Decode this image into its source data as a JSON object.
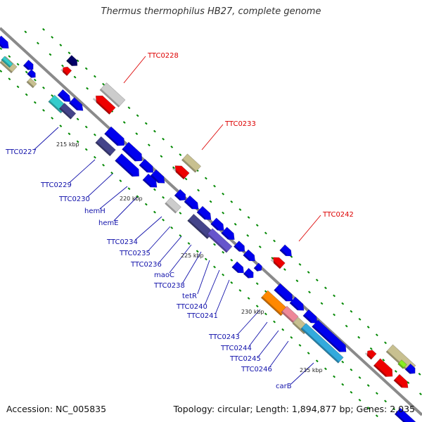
{
  "title": "Thermus thermophilus HB27, complete genome",
  "footer": {
    "accession": "Accession: NC_005835",
    "topology": "Topology: circular; Length: 1,894,877 bp; Genes: 2,035"
  },
  "colors": {
    "backbone": "#888888",
    "cds_blue": "#0000ee",
    "dark_navy": "#000066",
    "slate": "#44448a",
    "purple": "#6655cc",
    "cyan": "#33cccc",
    "sky": "#33aadd",
    "red": "#ee0000",
    "khaki": "#c8c090",
    "orange": "#ff8800",
    "pink": "#ee8899",
    "lime": "#88ee22",
    "grey": "#cccccc",
    "tick_green": "#008800",
    "blue_label": "#1010aa",
    "red_label": "#dd0000"
  },
  "scale_labels": [
    "215 kbp",
    "220 kbp",
    "225 kbp",
    "230 kbp",
    "235 kbp"
  ],
  "red_labels": [
    "TTC0228",
    "TTC0233",
    "TTC0242"
  ],
  "gene_labels": [
    "TTC0227",
    "TTC0229",
    "TTC0230",
    "hemH",
    "hemE",
    "TTC0234",
    "TTC0235",
    "TTC0236",
    "maoC",
    "TTC0238",
    "tetR",
    "TTC0240",
    "TTC0241",
    "TTC0243",
    "TTC0244",
    "TTC0245",
    "TTC0246",
    "carB"
  ]
}
